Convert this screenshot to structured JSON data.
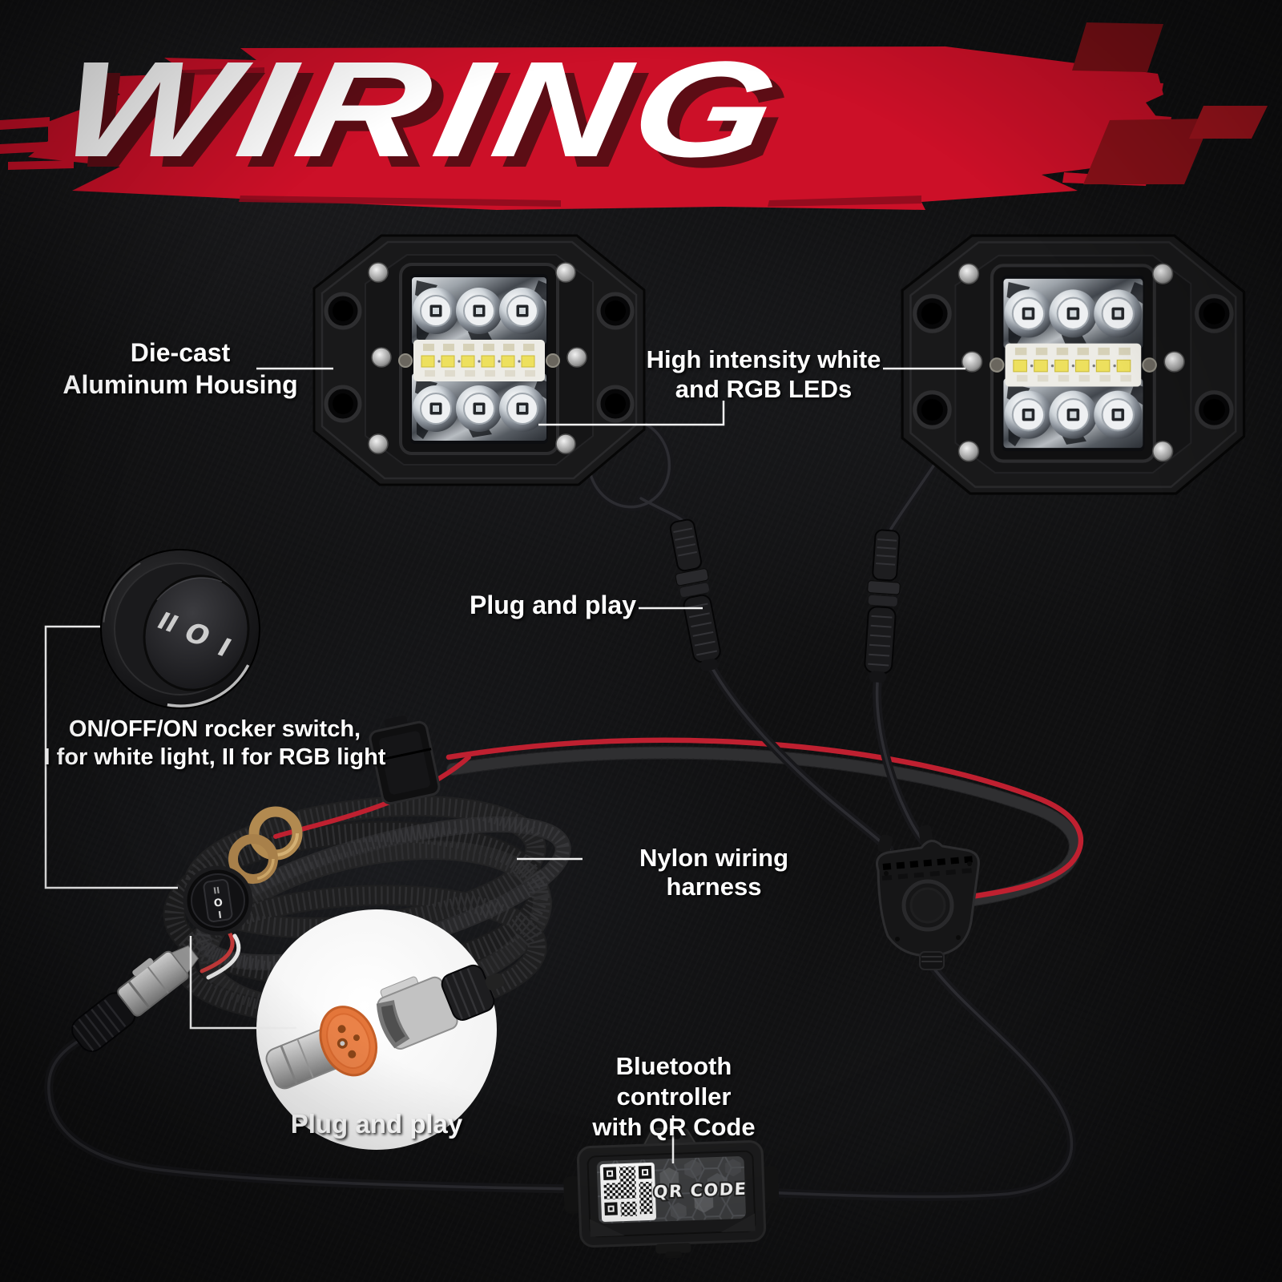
{
  "header": {
    "title": "WIRING"
  },
  "colors": {
    "brush_red": "#cc1028",
    "brush_red_dark": "#8e0c1d",
    "title_shadow_red": "#5c0d15",
    "parallelogram_dark": "#7a1016",
    "parallelogram_mid": "#8c1119",
    "parallelogram_bright": "#a5151e",
    "label_white": "#ffffff",
    "background": "#101011",
    "led_yellow": "#ede05e",
    "harness_red_wire": "#bf2030"
  },
  "callouts": {
    "die_cast_line1": "Die-cast",
    "die_cast_line2": "Aluminum Housing",
    "high_intensity_line1": "High intensity white",
    "high_intensity_line2": "and RGB LEDs",
    "plug_and_play_top": "Plug and play",
    "rocker_switch_line1": "ON/OFF/ON rocker switch,",
    "rocker_switch_line2": "I for white light, II for RGB light",
    "nylon_harness": "Nylon wiring harness",
    "plug_and_play_bottom": "Plug and play",
    "bluetooth_line1": "Bluetooth controller",
    "bluetooth_line2": "with QR Code"
  },
  "rocker_switch": {
    "pos_left": "II",
    "pos_center": "O",
    "pos_right": "I"
  },
  "mini_switch": {
    "pos_top": "II",
    "pos_center": "O",
    "pos_bottom": "I"
  },
  "controller": {
    "qr_label": "QR CODE"
  }
}
